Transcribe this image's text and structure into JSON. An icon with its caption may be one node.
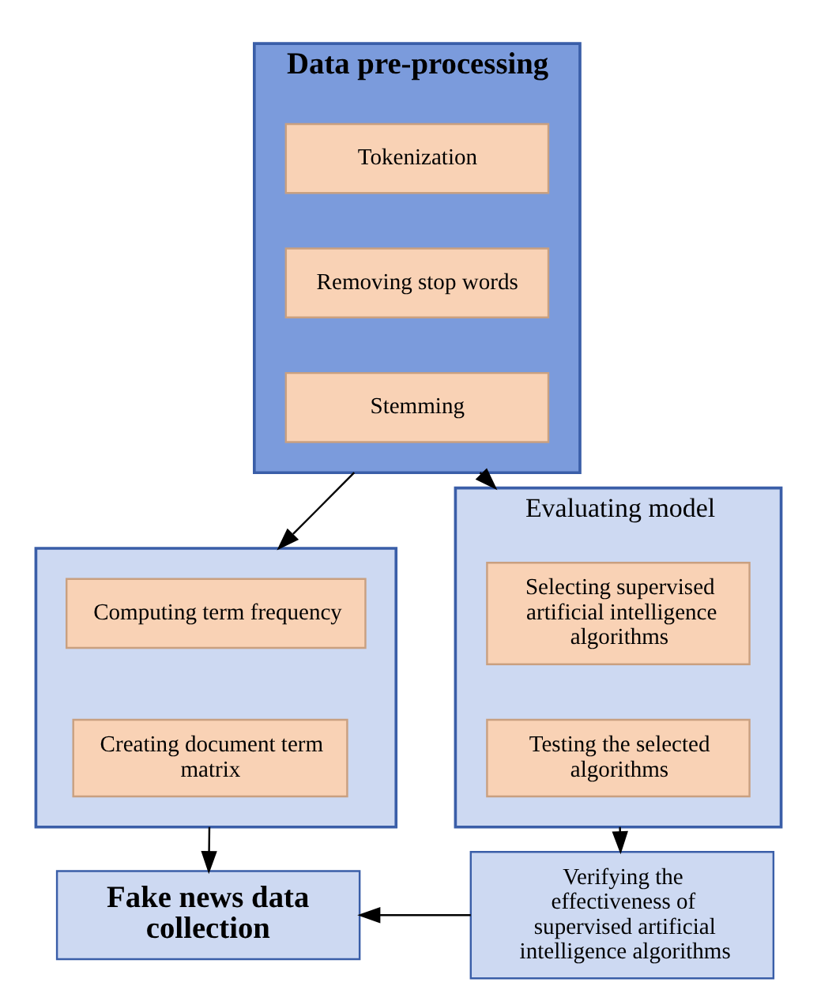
{
  "diagram": {
    "nodes": [
      {
        "text": [
          "Data pre-processing"
        ]
      },
      {
        "text": [
          "Tokenization"
        ],
        "in": 0
      },
      {
        "text": [
          "Removing stop words"
        ],
        "in": 0
      },
      {
        "text": [
          "Stemming"
        ],
        "in": 0
      },
      {
        "text": [],
        "shape": "box"
      },
      {
        "text": [
          "Computing term frequency"
        ],
        "in": 4
      },
      {
        "text": [
          "Creating document term matrix"
        ],
        "in": 4
      },
      {
        "text": [
          "Evaluating model"
        ]
      },
      {
        "text": [
          "Selecting supervised artificial intelligence algorithms"
        ],
        "in": 7
      },
      {
        "text": [
          "Testing the selected algorithms"
        ],
        "in": 7
      },
      {
        "text": [
          "Fake news data collection"
        ]
      },
      {
        "text": [
          "Verifying the effectiveness of supervised artificial intelligence algorithms"
        ]
      }
    ],
    "edges": [
      {
        "from": 0,
        "to": 4,
        "arrow": "to"
      },
      {
        "from": 0,
        "to": 7,
        "arrow": "to"
      },
      {
        "from": 4,
        "to": 10,
        "arrow": "to"
      },
      {
        "from": 7,
        "to": 11,
        "arrow": "to"
      },
      {
        "from": 11,
        "to": 10,
        "arrow": "to"
      }
    ]
  }
}
